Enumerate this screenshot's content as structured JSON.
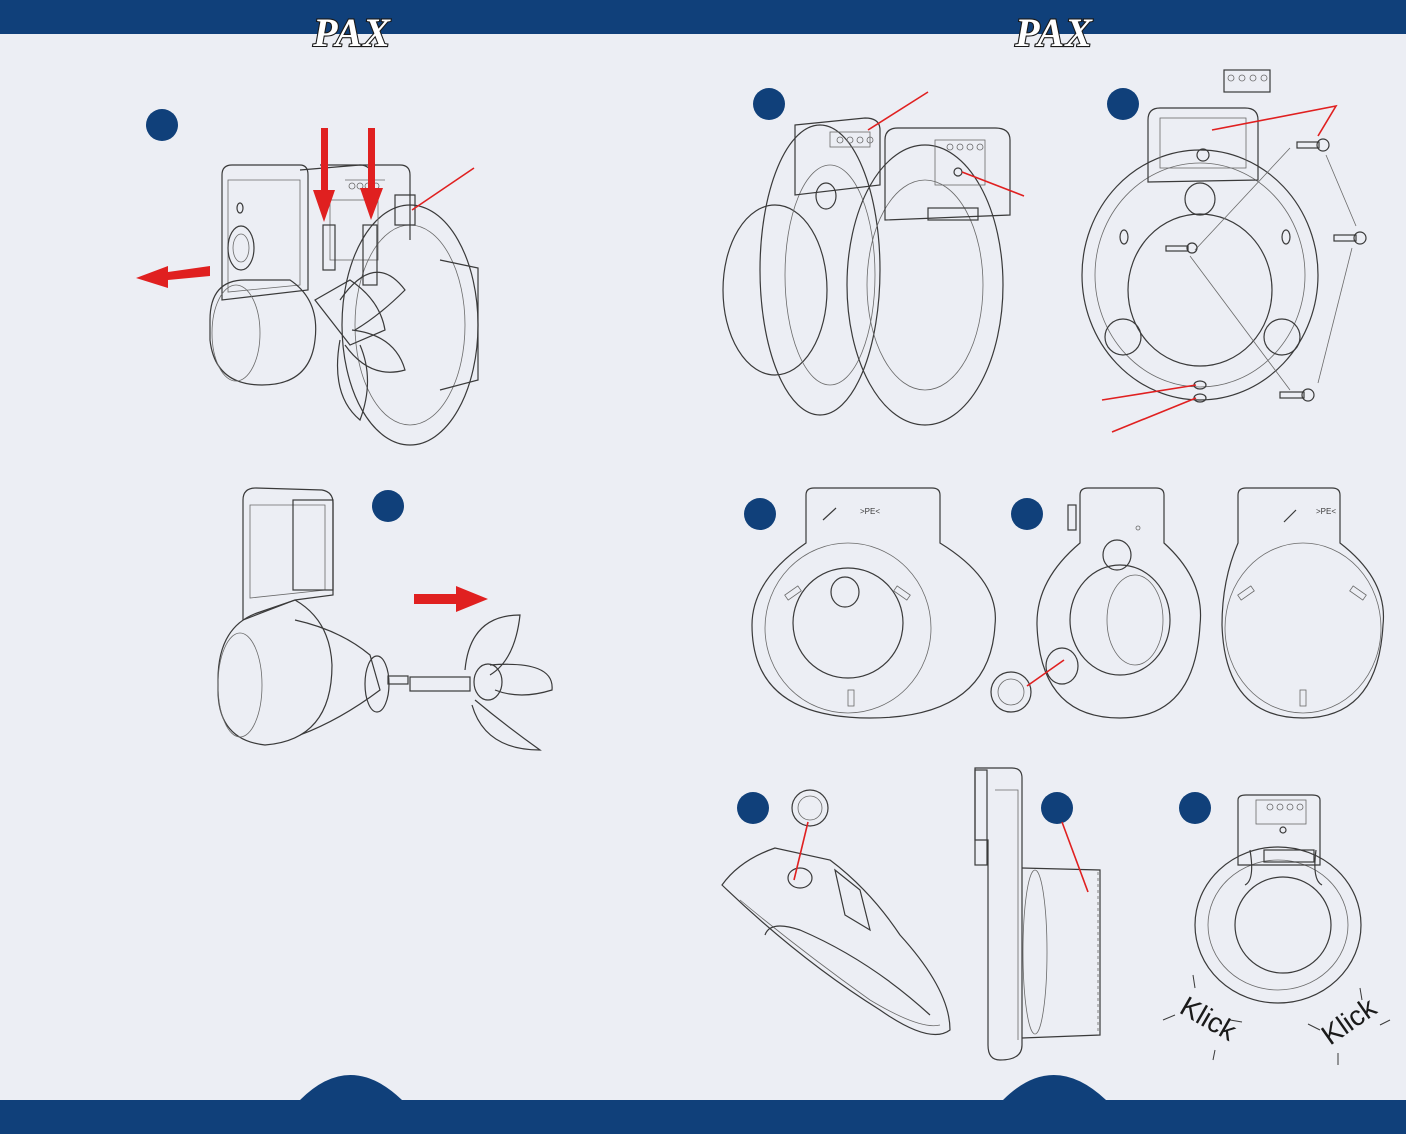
{
  "brand": {
    "logo_left": "PAX",
    "logo_right": "PAX",
    "color_navy": "#10407a",
    "color_red": "#e02020"
  },
  "illustration_labels": {
    "klick_left": "Klick",
    "klick_right": "Klick"
  },
  "icons": [
    "fan-unit-icon",
    "propeller-icon",
    "terminal-block-icon",
    "screw-icon",
    "sealing-ring-icon"
  ]
}
